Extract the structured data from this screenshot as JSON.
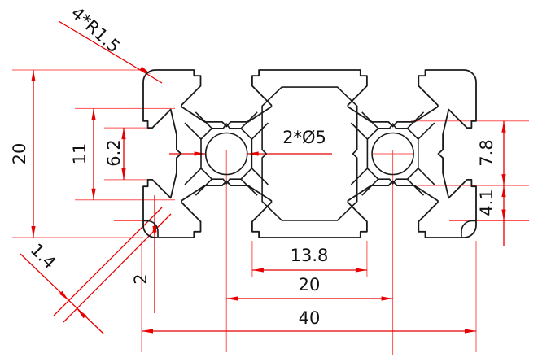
{
  "drawing_title": "aluminum-extrusion-profile-2040-cross-section",
  "colors": {
    "outline": "#1a1a1a",
    "dimension_line": "#e80000",
    "extension_line": "#ff5252",
    "text": "#111111",
    "background": "#ffffff"
  },
  "dimensions": {
    "corner_radius": {
      "label": "4*R1.5",
      "meaning": "corner radius callout"
    },
    "overall_height": {
      "label": "20",
      "meaning": "overall profile height"
    },
    "slot_inner_width": {
      "label": "11",
      "meaning": "end slot inner width"
    },
    "slot_opening": {
      "label": "6.2",
      "meaning": "end slot opening"
    },
    "holes": {
      "label": "2*Ø5",
      "meaning": "two 5mm center holes"
    },
    "upper_step": {
      "label": "7.8",
      "meaning": "right side upper step"
    },
    "lower_step": {
      "label": "4.1",
      "meaning": "right side lower step"
    },
    "tab_width": {
      "label": "13.8",
      "meaning": "bottom center tab width"
    },
    "hole_spacing": {
      "label": "20",
      "meaning": "hole center spacing"
    },
    "overall_width": {
      "label": "40",
      "meaning": "overall profile width"
    },
    "wall_thickness": {
      "label": "1.4",
      "meaning": "diagonal wall thickness"
    },
    "base_wall": {
      "label": "2",
      "meaning": "bottom wall thickness"
    }
  }
}
